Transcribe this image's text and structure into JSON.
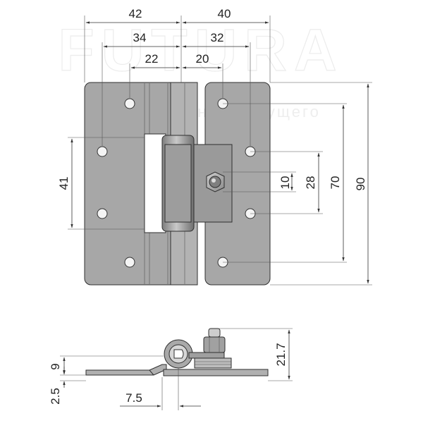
{
  "watermark": {
    "brand": "FUTURA",
    "tagline": "оборудования будущего"
  },
  "dimensions": {
    "top_left_outer": "42",
    "top_right_outer": "40",
    "top_left_mid": "34",
    "top_right_mid": "32",
    "top_left_inner": "22",
    "top_right_inner": "20",
    "left_hole_spacing": "41",
    "nut_height": "10",
    "inner_holes": "28",
    "outer_holes": "70",
    "total_height": "90",
    "side_barrel": "9",
    "side_plate": "2.5",
    "side_offset": "7.5",
    "side_total": "21.7"
  },
  "colors": {
    "plate": "#a7a7a7",
    "barrel": "#9a9a9a",
    "stroke": "#2f2f2f"
  }
}
